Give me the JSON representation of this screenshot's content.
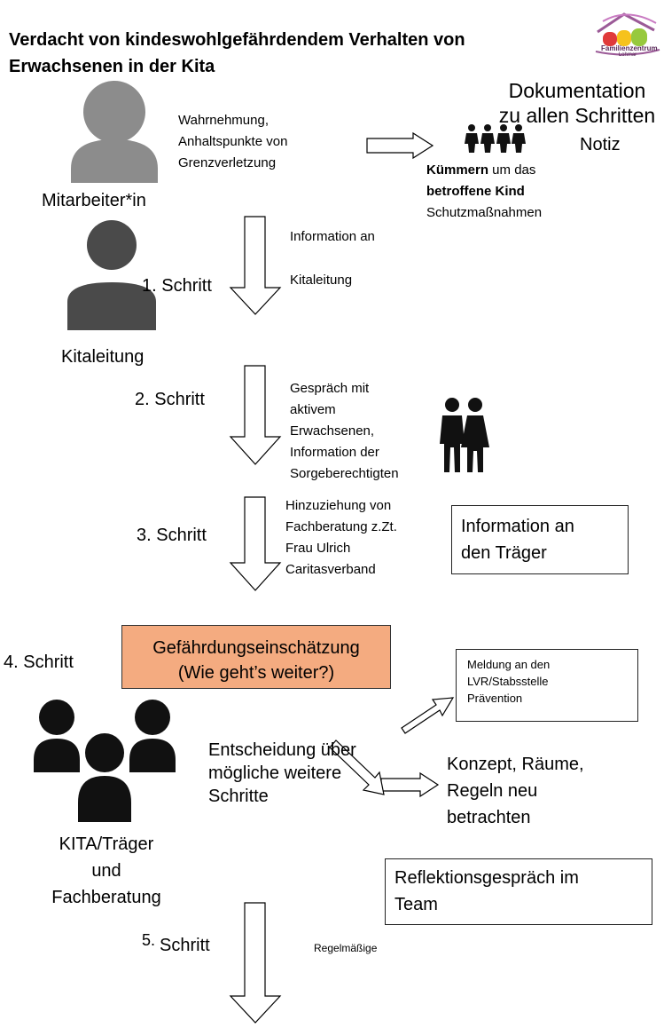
{
  "title": "Verdacht von kindeswohlgefährdendem Verhalten von Erwachsenen in der Kita",
  "logo": {
    "text": "Familienzentrum",
    "subtext": "Lohmar",
    "icon": "family-house-logo-icon"
  },
  "roles": {
    "mitarbeiter": "Mitarbeiter*in",
    "kitaleitung": "Kitaleitung",
    "team_line1": "KITA/Träger",
    "team_line2": "und",
    "team_line3": "Fachberatung"
  },
  "perception": {
    "line1": "Wahrnehmung,",
    "line2": "Anhaltspunkte von",
    "line3": "Grenzverletzung"
  },
  "documentation": {
    "line1": "Dokumentation",
    "line2": "zu allen Schritten",
    "note": "Notiz"
  },
  "care": {
    "bold1": "Kümmern",
    "rest1": " um das",
    "bold2": "betroffene Kind",
    "line3": "Schutzmaßnahmen"
  },
  "steps": [
    {
      "label": "1. Schritt",
      "text1": "Information an",
      "text2": "Kitaleitung"
    },
    {
      "label": "2. Schritt",
      "text1": "Gespräch mit",
      "text2": "aktivem",
      "text3": "Erwachsenen,",
      "text4": "Information der",
      "text5": "Sorgeberechtigten"
    },
    {
      "label": "3. Schritt",
      "text1": "Hinzuziehung von",
      "text2": "Fachberatung z.Zt.",
      "text3": "Frau Ulrich",
      "text4": "Caritasverband"
    },
    {
      "label": "4. Schritt"
    },
    {
      "label_num": "5.",
      "label_word": "Schritt",
      "text1": "Regelmäßige"
    }
  ],
  "traeger_box": {
    "line1": "Information an",
    "line2": "den Träger"
  },
  "assessment": {
    "line1": "Gefährdungseinschätzung",
    "line2": "(Wie geht’s weiter?)",
    "color": "#f4ab80"
  },
  "decision": {
    "line1": "Entscheidung über",
    "line2": "mögliche weitere",
    "line3": "Schritte"
  },
  "lvr_box": {
    "line1": "Meldung an den",
    "line2": "LVR/Stabsstelle",
    "line3": "Prävention"
  },
  "concept": {
    "line1": "Konzept, Räume,",
    "line2": "Regeln neu",
    "line3": "betrachten"
  },
  "reflection": {
    "line1": "Reflektionsgespräch im",
    "line2": "Team"
  }
}
